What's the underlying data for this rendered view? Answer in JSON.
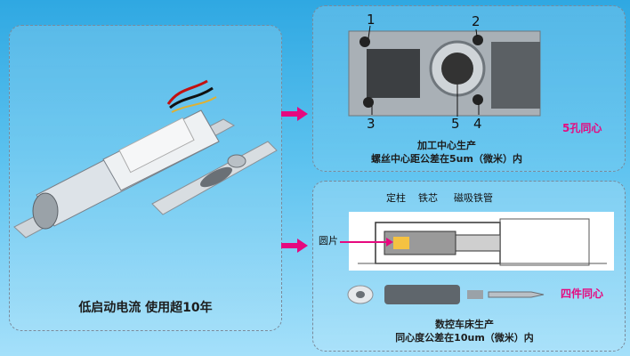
{
  "left": {
    "caption": "低启动电流  使用超10年"
  },
  "top_right": {
    "numbers": [
      "1",
      "2",
      "3",
      "5",
      "4"
    ],
    "feature": "5孔同心",
    "caption_line1": "加工中心生产",
    "caption_line2": "螺丝中心距公差在5um（微米）内"
  },
  "bottom_right": {
    "label_dingzhu": "定柱",
    "label_tiexin": "铁芯",
    "label_cixi": "磁吸铁管",
    "label_yuanpian": "圆片",
    "feature": "四件同心",
    "caption_line1": "数控车床生产",
    "caption_line2": "同心度公差在10um（微米）内"
  },
  "colors": {
    "accent": "#e6097f",
    "background": "#3fb2e8"
  }
}
